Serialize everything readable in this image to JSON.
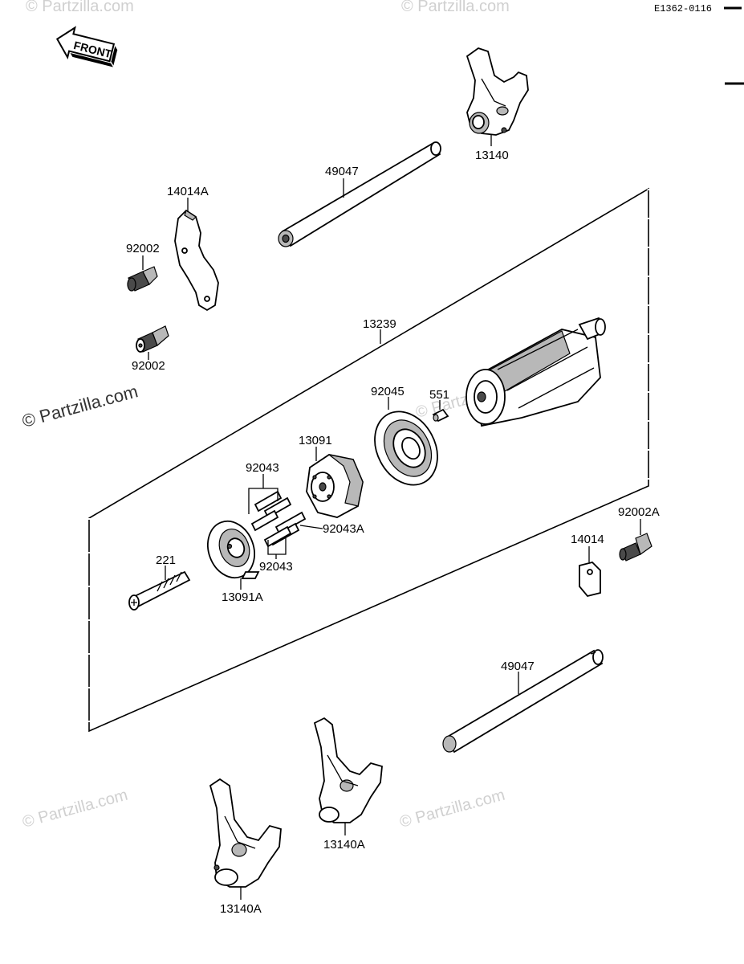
{
  "diagram": {
    "code": "E1362-0116",
    "front_label": "FRONT",
    "watermarks": [
      "© Partzilla.com",
      "© Partzilla.com",
      "© Partzilla.com",
      "© Partzilla.com",
      "© Partzilla.com",
      "© Partzilla.com"
    ],
    "labels": {
      "p13140_top": "13140",
      "p49047_top": "49047",
      "p14014A": "14014A",
      "p92002_a": "92002",
      "p92002_b": "92002",
      "p13239": "13239",
      "p92045": "92045",
      "p551": "551",
      "p13091": "13091",
      "p92043_a": "92043",
      "p92043A": "92043A",
      "p92043_b": "92043",
      "p221": "221",
      "p13091A": "13091A",
      "p92002A": "92002A",
      "p14014": "14014",
      "p49047_bottom": "49047",
      "p13140A_a": "13140A",
      "p13140A_b": "13140A"
    }
  }
}
